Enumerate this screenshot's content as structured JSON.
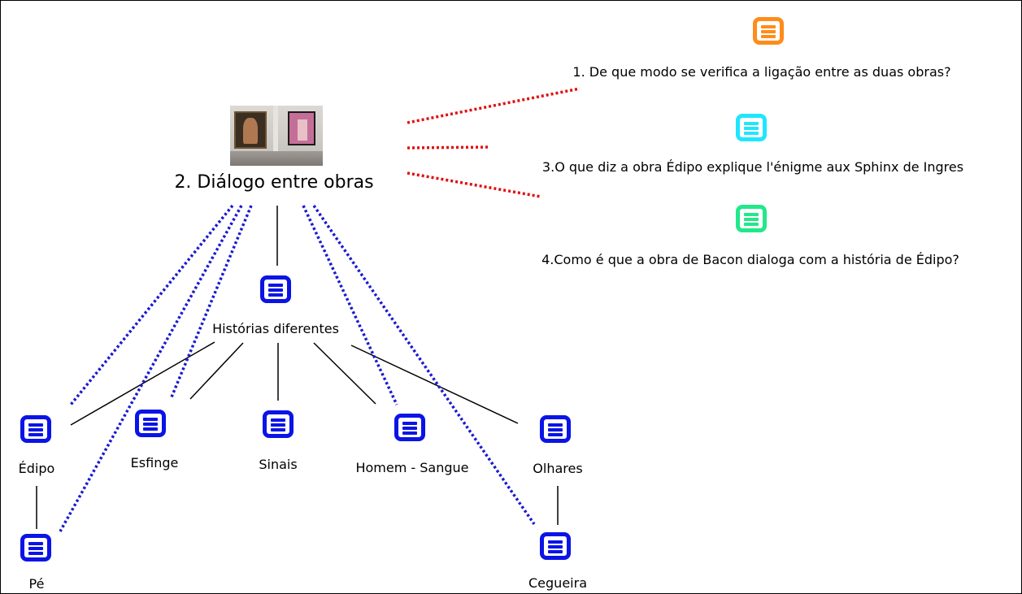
{
  "nodes": {
    "central": {
      "label": "2. Diálogo entre obras",
      "image": "gallery-thumbnail"
    },
    "questions": [
      {
        "label": "1. De que modo se verifica a ligação entre as duas obras?",
        "color": "#ff8c1a"
      },
      {
        "label": "3.O que diz a obra Édipo explique l'énigme aux Sphinx de Ingres",
        "color": "#1fe6ff"
      },
      {
        "label": "4.Como é que a obra de Bacon dialoga com a história de Édipo?",
        "color": "#22e88a"
      }
    ],
    "historias": {
      "label": "Histórias diferentes"
    },
    "edipo": {
      "label": "Édipo"
    },
    "esfinge": {
      "label": "Esfinge"
    },
    "sinais": {
      "label": "Sinais"
    },
    "homem": {
      "label": "Homem - Sangue"
    },
    "olhares": {
      "label": "Olhares"
    },
    "pe": {
      "label": "Pé"
    },
    "cegueira": {
      "label": "Cegueira"
    }
  },
  "colors": {
    "node_blue": "#0a14e6",
    "dotted_red": "#e01010",
    "dotted_blue": "#1a1ad0",
    "solid_link": "#000000"
  },
  "icons": {
    "note": "list-note-icon"
  }
}
